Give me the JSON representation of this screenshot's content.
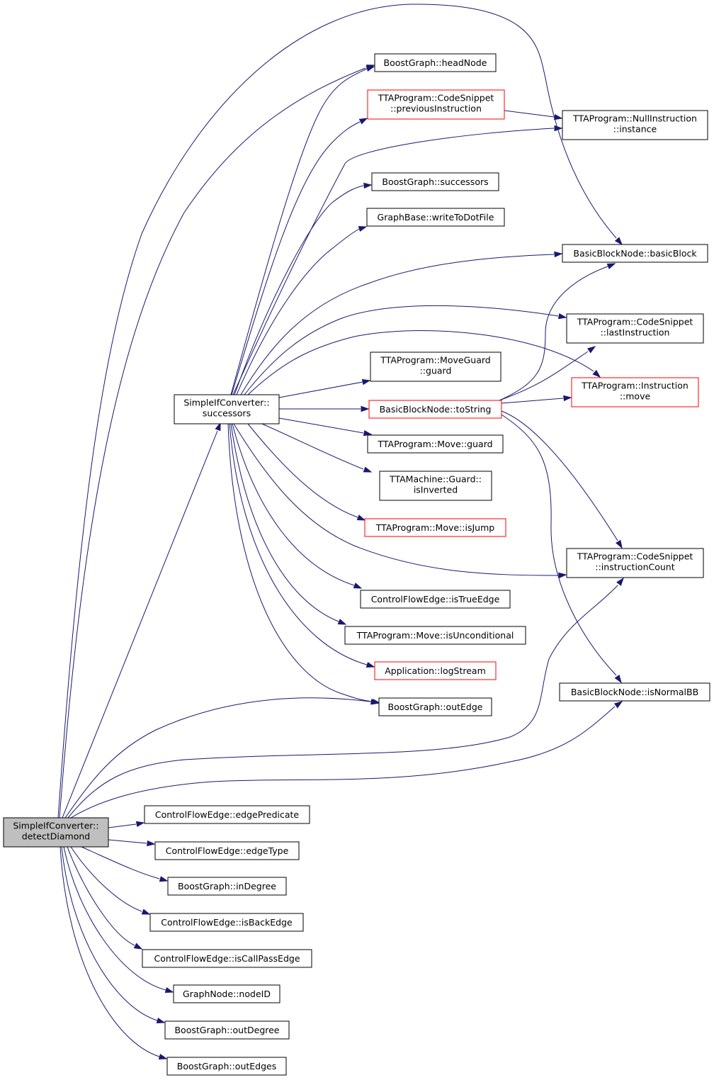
{
  "graph": {
    "nodes": [
      {
        "id": "detectDiamond",
        "lines": [
          "SimpleIfConverter::",
          "detectDiamond"
        ],
        "style": "root"
      },
      {
        "id": "successors_sic",
        "lines": [
          "SimpleIfConverter::",
          "successors"
        ],
        "style": "normal"
      },
      {
        "id": "headNode",
        "lines": [
          "BoostGraph::headNode"
        ],
        "style": "normal"
      },
      {
        "id": "previousInstruction",
        "lines": [
          "TTAProgram::CodeSnippet",
          "::previousInstruction"
        ],
        "style": "red"
      },
      {
        "id": "nullInstance",
        "lines": [
          "TTAProgram::NullInstruction",
          "::instance"
        ],
        "style": "normal"
      },
      {
        "id": "bg_successors",
        "lines": [
          "BoostGraph::successors"
        ],
        "style": "normal"
      },
      {
        "id": "writeToDotFile",
        "lines": [
          "GraphBase::writeToDotFile"
        ],
        "style": "normal"
      },
      {
        "id": "basicBlock",
        "lines": [
          "BasicBlockNode::basicBlock"
        ],
        "style": "normal"
      },
      {
        "id": "lastInstruction",
        "lines": [
          "TTAProgram::CodeSnippet",
          "::lastInstruction"
        ],
        "style": "normal"
      },
      {
        "id": "moveGuardGuard",
        "lines": [
          "TTAProgram::MoveGuard",
          "::guard"
        ],
        "style": "normal"
      },
      {
        "id": "instrMove",
        "lines": [
          "TTAProgram::Instruction",
          "::move"
        ],
        "style": "red"
      },
      {
        "id": "toString",
        "lines": [
          "BasicBlockNode::toString"
        ],
        "style": "red"
      },
      {
        "id": "moveGuard",
        "lines": [
          "TTAProgram::Move::guard"
        ],
        "style": "normal"
      },
      {
        "id": "isInverted",
        "lines": [
          "TTAMachine::Guard::",
          "isInverted"
        ],
        "style": "normal"
      },
      {
        "id": "isJump",
        "lines": [
          "TTAProgram::Move::isJump"
        ],
        "style": "red"
      },
      {
        "id": "instructionCount",
        "lines": [
          "TTAProgram::CodeSnippet",
          "::instructionCount"
        ],
        "style": "normal"
      },
      {
        "id": "isTrueEdge",
        "lines": [
          "ControlFlowEdge::isTrueEdge"
        ],
        "style": "normal"
      },
      {
        "id": "isUnconditional",
        "lines": [
          "TTAProgram::Move::isUnconditional"
        ],
        "style": "normal"
      },
      {
        "id": "logStream",
        "lines": [
          "Application::logStream"
        ],
        "style": "red"
      },
      {
        "id": "isNormalBB",
        "lines": [
          "BasicBlockNode::isNormalBB"
        ],
        "style": "normal"
      },
      {
        "id": "outEdge",
        "lines": [
          "BoostGraph::outEdge"
        ],
        "style": "normal"
      },
      {
        "id": "edgePredicate",
        "lines": [
          "ControlFlowEdge::edgePredicate"
        ],
        "style": "normal"
      },
      {
        "id": "edgeType",
        "lines": [
          "ControlFlowEdge::edgeType"
        ],
        "style": "normal"
      },
      {
        "id": "inDegree",
        "lines": [
          "BoostGraph::inDegree"
        ],
        "style": "normal"
      },
      {
        "id": "isBackEdge",
        "lines": [
          "ControlFlowEdge::isBackEdge"
        ],
        "style": "normal"
      },
      {
        "id": "isCallPassEdge",
        "lines": [
          "ControlFlowEdge::isCallPassEdge"
        ],
        "style": "normal"
      },
      {
        "id": "nodeID",
        "lines": [
          "GraphNode::nodeID"
        ],
        "style": "normal"
      },
      {
        "id": "outDegree",
        "lines": [
          "BoostGraph::outDegree"
        ],
        "style": "normal"
      },
      {
        "id": "outEdges",
        "lines": [
          "BoostGraph::outEdges"
        ],
        "style": "normal"
      }
    ],
    "edges": [
      {
        "from": "detectDiamond",
        "to": "successors_sic"
      },
      {
        "from": "detectDiamond",
        "to": "headNode"
      },
      {
        "from": "detectDiamond",
        "to": "basicBlock"
      },
      {
        "from": "detectDiamond",
        "to": "outEdge"
      },
      {
        "from": "detectDiamond",
        "to": "instructionCount"
      },
      {
        "from": "detectDiamond",
        "to": "isNormalBB"
      },
      {
        "from": "detectDiamond",
        "to": "edgePredicate"
      },
      {
        "from": "detectDiamond",
        "to": "edgeType"
      },
      {
        "from": "detectDiamond",
        "to": "inDegree"
      },
      {
        "from": "detectDiamond",
        "to": "isBackEdge"
      },
      {
        "from": "detectDiamond",
        "to": "isCallPassEdge"
      },
      {
        "from": "detectDiamond",
        "to": "nodeID"
      },
      {
        "from": "detectDiamond",
        "to": "outDegree"
      },
      {
        "from": "detectDiamond",
        "to": "outEdges"
      },
      {
        "from": "successors_sic",
        "to": "headNode"
      },
      {
        "from": "successors_sic",
        "to": "previousInstruction"
      },
      {
        "from": "successors_sic",
        "to": "nullInstance"
      },
      {
        "from": "successors_sic",
        "to": "bg_successors"
      },
      {
        "from": "successors_sic",
        "to": "writeToDotFile"
      },
      {
        "from": "successors_sic",
        "to": "basicBlock"
      },
      {
        "from": "successors_sic",
        "to": "lastInstruction"
      },
      {
        "from": "successors_sic",
        "to": "instrMove"
      },
      {
        "from": "successors_sic",
        "to": "moveGuardGuard"
      },
      {
        "from": "successors_sic",
        "to": "toString"
      },
      {
        "from": "successors_sic",
        "to": "moveGuard"
      },
      {
        "from": "successors_sic",
        "to": "isInverted"
      },
      {
        "from": "successors_sic",
        "to": "isJump"
      },
      {
        "from": "successors_sic",
        "to": "instructionCount"
      },
      {
        "from": "successors_sic",
        "to": "isTrueEdge"
      },
      {
        "from": "successors_sic",
        "to": "isUnconditional"
      },
      {
        "from": "successors_sic",
        "to": "logStream"
      },
      {
        "from": "successors_sic",
        "to": "outEdge"
      },
      {
        "from": "previousInstruction",
        "to": "nullInstance"
      },
      {
        "from": "toString",
        "to": "basicBlock"
      },
      {
        "from": "toString",
        "to": "lastInstruction"
      },
      {
        "from": "toString",
        "to": "instrMove"
      },
      {
        "from": "toString",
        "to": "instructionCount"
      },
      {
        "from": "toString",
        "to": "isNormalBB"
      }
    ],
    "colors": {
      "edge": "#191970",
      "red_border": "#ff0000",
      "root_fill": "#bfbfbf"
    }
  }
}
